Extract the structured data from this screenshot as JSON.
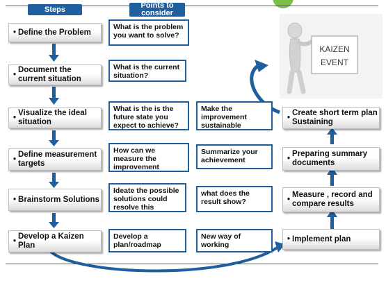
{
  "headers": {
    "steps": "Steps",
    "points": "Points to consider"
  },
  "left_steps": [
    "Define the Problem",
    "Document  the current situation",
    "Visualize the ideal situation",
    "Define measurement targets",
    "Brainstorm Solutions",
    "Develop a Kaizen Plan"
  ],
  "points": [
    "What is the problem you want to solve?",
    "What is the current situation?",
    "What is the is the future state you expect to achieve?",
    "How can we measure the improvement against target?",
    "Ideate the possible solutions could resolve this",
    "Develop a plan/roadmap"
  ],
  "right_points": [
    "Make the improvement sustainable",
    "Summarize your achievement",
    "what does the result show?",
    "New way of working"
  ],
  "right_steps": [
    "Create short term plan Sustaining",
    "Preparing summary documents",
    "Measure , record and compare results",
    "Implement  plan"
  ],
  "sign": {
    "line1": "KAIZEN",
    "line2": "EVENT"
  },
  "colors": {
    "header": "#1f5f9e",
    "arrow": "#1f5f9e",
    "logo_green": "#7bc043"
  }
}
